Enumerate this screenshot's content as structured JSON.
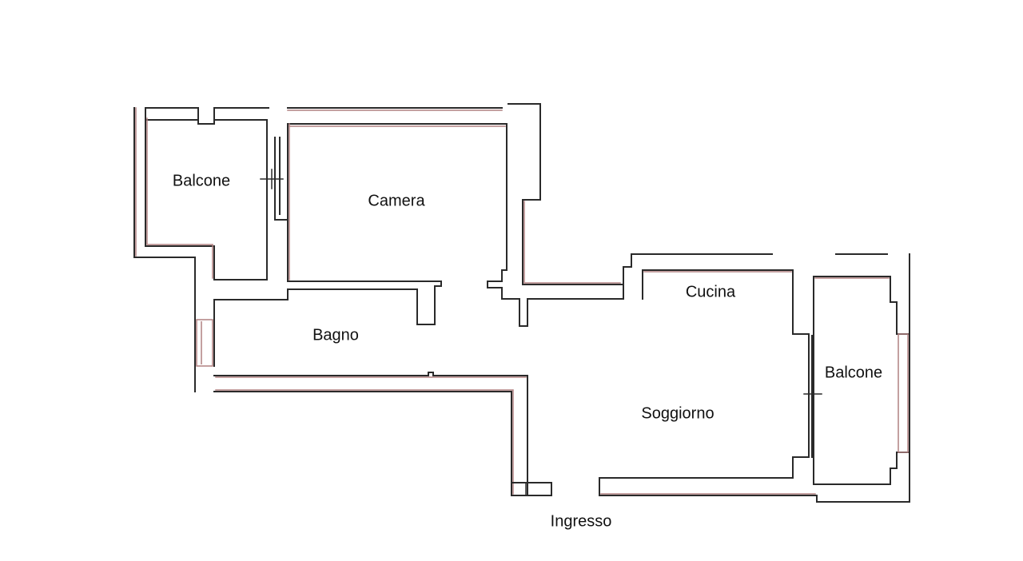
{
  "floor_plan": {
    "rooms": [
      {
        "id": "balcone-left",
        "label": "Balcone"
      },
      {
        "id": "camera",
        "label": "Camera"
      },
      {
        "id": "bagno",
        "label": "Bagno"
      },
      {
        "id": "cucina",
        "label": "Cucina"
      },
      {
        "id": "soggiorno",
        "label": "Soggiorno"
      },
      {
        "id": "balcone-right",
        "label": "Balcone"
      },
      {
        "id": "ingresso",
        "label": "Ingresso"
      }
    ],
    "colors": {
      "wall_outer": "#2a2a2a",
      "wall_inner": "#b08080",
      "label": "#111111",
      "background": "#ffffff"
    }
  }
}
